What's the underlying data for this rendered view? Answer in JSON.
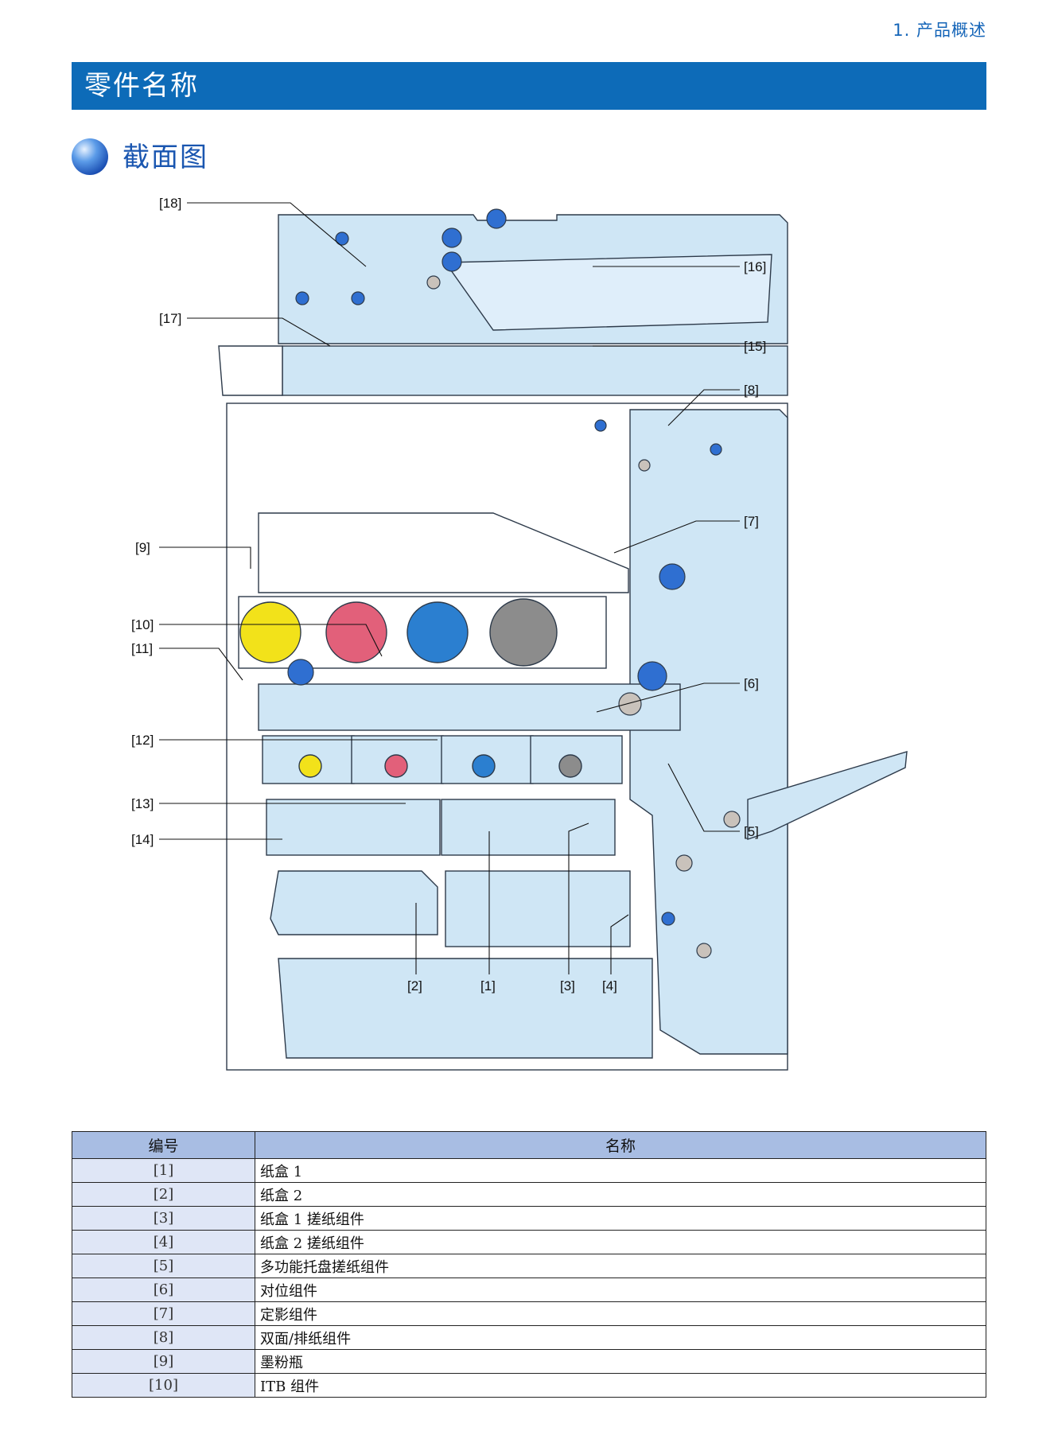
{
  "header": {
    "chapter": "1.  产品概述"
  },
  "page_title": "零件名称",
  "section": {
    "title": "截面图"
  },
  "diagram": {
    "callouts": [
      "[18]",
      "[17]",
      "[16]",
      "[15]",
      "[8]",
      "[7]",
      "[9]",
      "[10]",
      "[11]",
      "[6]",
      "[12]",
      "[13]",
      "[5]",
      "[14]",
      "[2]",
      "[1]",
      "[3]",
      "[4]"
    ],
    "colors": {
      "panel": "#cfe6f5",
      "stroke": "#2d3a4a",
      "roller_blue": "#2f6fd1",
      "roller_grey": "#c9c2bb",
      "yellow": "#f2e21a",
      "magenta": "#e2607a",
      "cyan": "#2b7fd0",
      "black": "#8c8c8c"
    }
  },
  "table": {
    "headers": {
      "num": "编号",
      "name": "名称"
    },
    "rows": [
      {
        "num": "[1]",
        "name": "纸盒 1"
      },
      {
        "num": "[2]",
        "name": "纸盒 2"
      },
      {
        "num": "[3]",
        "name": "纸盒 1 搓纸组件"
      },
      {
        "num": "[4]",
        "name": "纸盒 2 搓纸组件"
      },
      {
        "num": "[5]",
        "name": "多功能托盘搓纸组件"
      },
      {
        "num": "[6]",
        "name": "对位组件"
      },
      {
        "num": "[7]",
        "name": "定影组件"
      },
      {
        "num": "[8]",
        "name": "双面/排纸组件"
      },
      {
        "num": "[9]",
        "name": "墨粉瓶"
      },
      {
        "num": "[10]",
        "name": "ITB 组件"
      }
    ]
  }
}
